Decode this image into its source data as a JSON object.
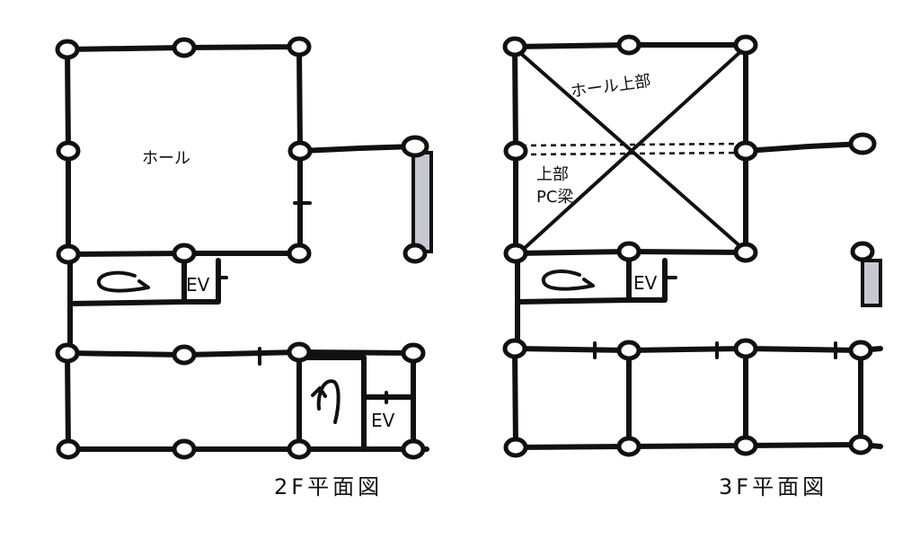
{
  "floor2": {
    "title": "2F平面図",
    "hall_label": "ホール",
    "ev_label_upper": "EV",
    "ev_label_lower": "EV"
  },
  "floor3": {
    "title": "3F平面図",
    "hall_void_label": "ホール上部",
    "beam_label_line1": "上部",
    "beam_label_line2": "PC梁",
    "ev_label": "EV"
  }
}
